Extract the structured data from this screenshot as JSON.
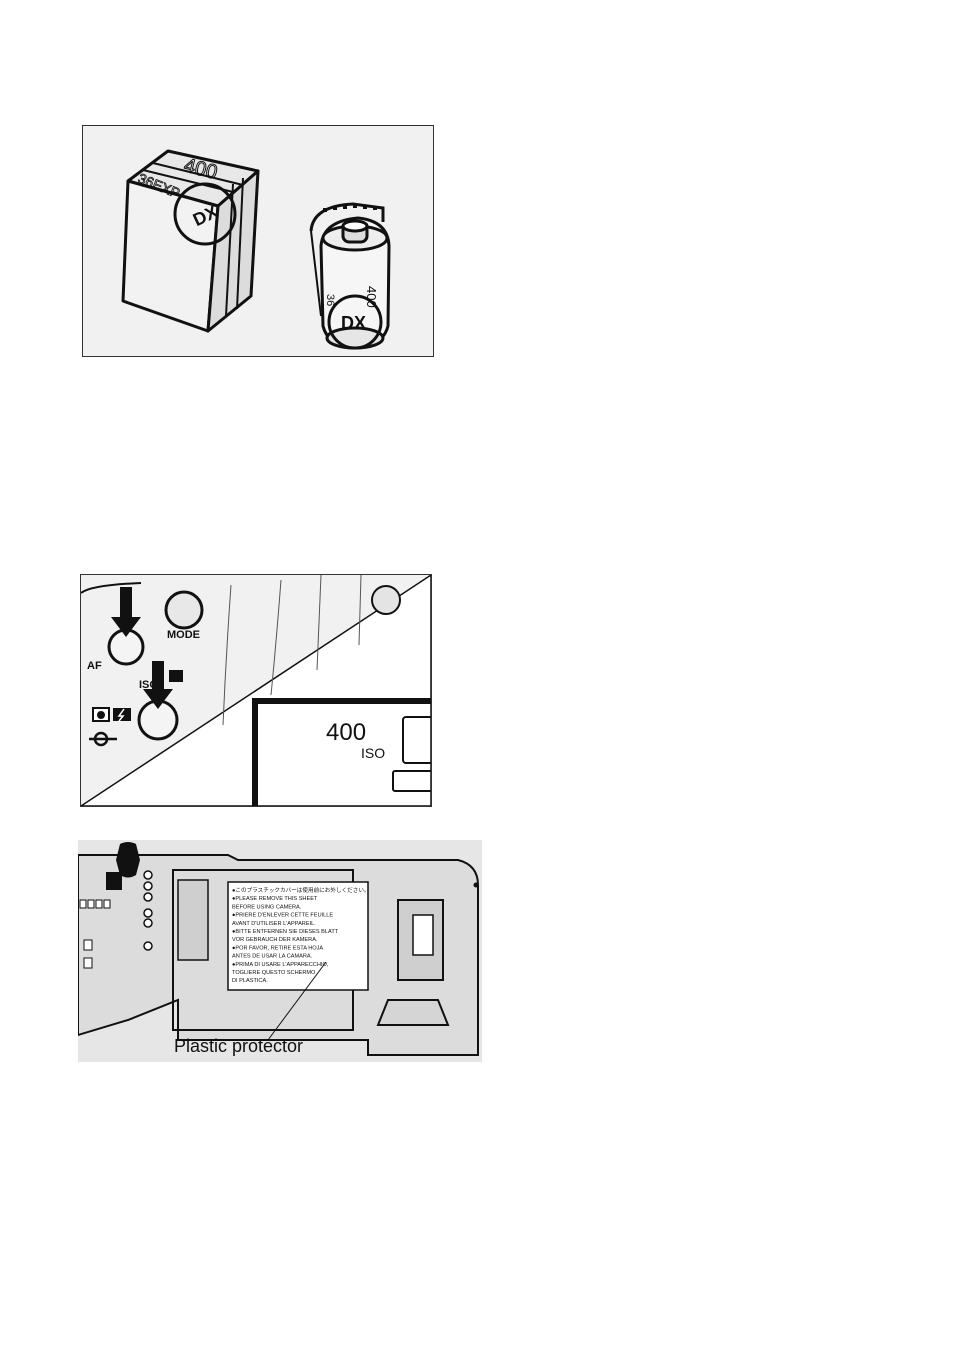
{
  "figure1": {
    "box_number": "400",
    "box_exposures": "36EXP",
    "dx_mark": "DX",
    "cartridge_number": "400",
    "cartridge_exposures": "36",
    "cartridge_dx_mark": "DX"
  },
  "figure2": {
    "mode_label": "MODE",
    "af_label": "AF",
    "iso_label": "ISO",
    "lcd_value": "400",
    "lcd_unit": "ISO"
  },
  "figure3": {
    "caption": "Plastic protector",
    "sheet_lines": [
      "●このプラスチックカバーは使用前にお外しください。",
      "●PLEASE REMOVE THIS SHEET",
      "  BEFORE USING CAMERA.",
      "●PRIERE D'ENLEVER CETTE FEUILLE",
      "  AVANT D'UTILISER L'APPAREIL.",
      "●BITTE ENTFERNEN SIE DIESES BLATT",
      "  VOR GEBRAUCH DER KAMERA.",
      "●POR FAVOR, RETIRE ESTA HOJA",
      "  ANTES DE USAR LA CAMARA.",
      "●PRIMA DI USARE L'APPARECCHIO,",
      "  TOGLIERE QUESTO SCHERMO",
      "  DI PLASTICA."
    ]
  }
}
